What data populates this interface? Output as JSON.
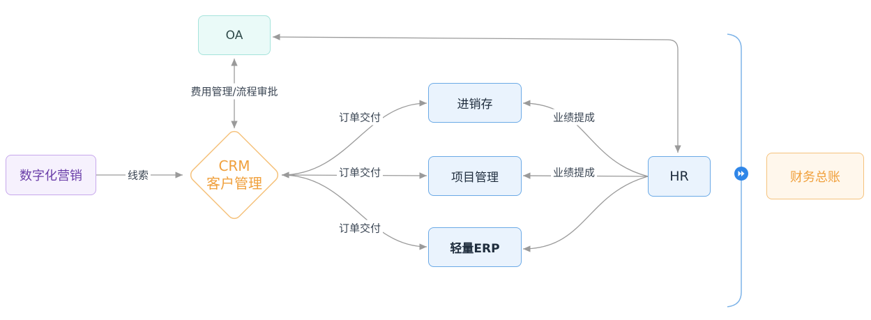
{
  "nodes": {
    "oa": "OA",
    "digital_marketing": "数字化营销",
    "crm_line1": "CRM",
    "crm_line2": "客户管理",
    "inventory": "进销存",
    "project": "项目管理",
    "light_erp": "轻量ERP",
    "hr": "HR",
    "finance": "财务总账"
  },
  "labels": {
    "leads": "线索",
    "approval": "费用管理/流程审批",
    "order_delivery_1": "订单交付",
    "order_delivery_2": "订单交付",
    "order_delivery_3": "订单交付",
    "commission_1": "业绩提成",
    "commission_2": "业绩提成"
  },
  "icons": {
    "forward": "fast-forward-icon"
  },
  "colors": {
    "arrow": "#9a9a9a",
    "crm_accent": "#f0a03c",
    "oa_border": "#a5e3db",
    "module_border": "#6aa9e6",
    "bracket": "#7db3e8",
    "finance_border": "#f5c27c",
    "marketing_border": "#c7a7ec",
    "forward_icon": "#2f86e8"
  }
}
